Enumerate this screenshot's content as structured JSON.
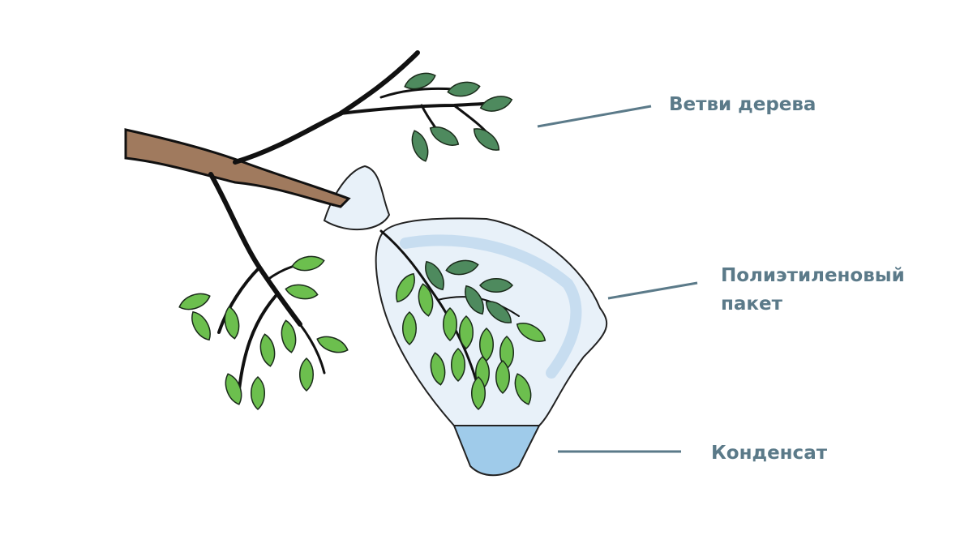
{
  "labels": {
    "branches": "Ветви дерева",
    "bag_line1": "Полиэтиленовый",
    "bag_line2": "пакет",
    "condensate": "Конденсат"
  },
  "colors": {
    "label": "#5b7a89",
    "bark": "#a07a5e",
    "dark_leaf": "#4e8a5e",
    "light_leaf": "#6cbf4e",
    "bag": "#dbe9f5",
    "water": "#9fcbea"
  }
}
